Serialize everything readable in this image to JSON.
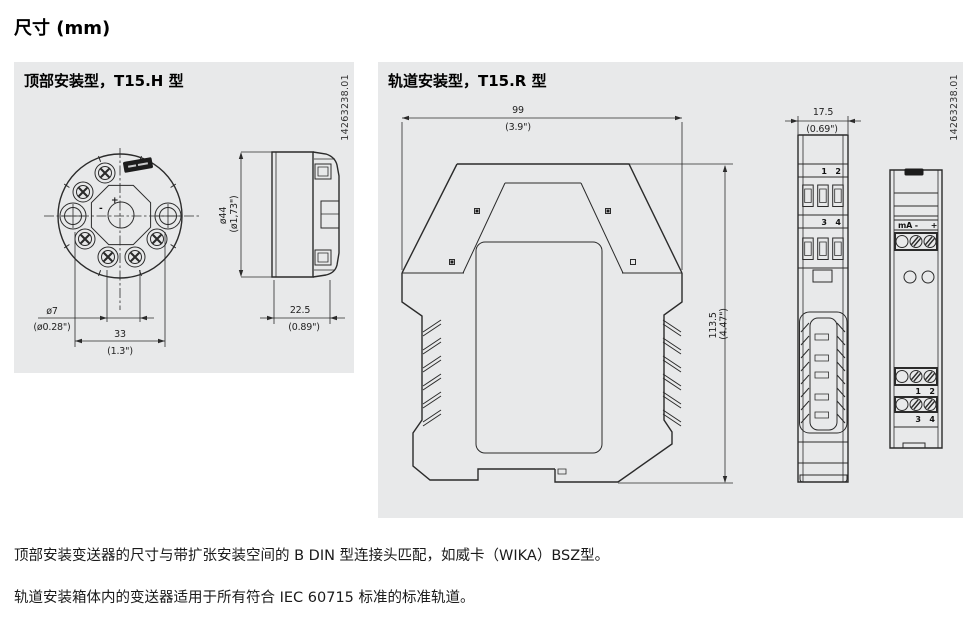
{
  "page": {
    "title": "尺寸 (mm)"
  },
  "colors": {
    "panel_bg": "#e8e9ea",
    "line": "#2b2b2b"
  },
  "head_panel": {
    "title": "顶部安装型，T15.H 型",
    "doc_number": "14263238.01",
    "marks": {
      "plus": "+",
      "minus": "-"
    },
    "dims": {
      "hole_d": "ø7",
      "hole_d_in": "(ø0.28\")",
      "spacing": "33",
      "spacing_in": "(1.3\")",
      "diameter": "ø44",
      "diameter_in": "(ø1,73\")",
      "depth": "22.5",
      "depth_in": "(0.89\")"
    }
  },
  "rail_panel": {
    "title": "轨道安装型，T15.R 型",
    "doc_number": "14263238.01",
    "dims": {
      "width": "99",
      "width_in": "(3.9\")",
      "depth": "17.5",
      "depth_in": "(0.69\")",
      "height": "113.5",
      "height_in": "(4.47\")"
    },
    "terminals": {
      "t1": "1",
      "t2": "2",
      "t3": "3",
      "t4": "4"
    },
    "output_label": {
      "ma": "mA -",
      "plus": "+"
    }
  },
  "footer": {
    "line1": "顶部安装变送器的尺寸与带扩张安装空间的 B DIN 型连接头匹配，如威卡（WIKA）BSZ型。",
    "line2": "轨道安装箱体内的变送器适用于所有符合 IEC 60715 标准的标准轨道。"
  }
}
